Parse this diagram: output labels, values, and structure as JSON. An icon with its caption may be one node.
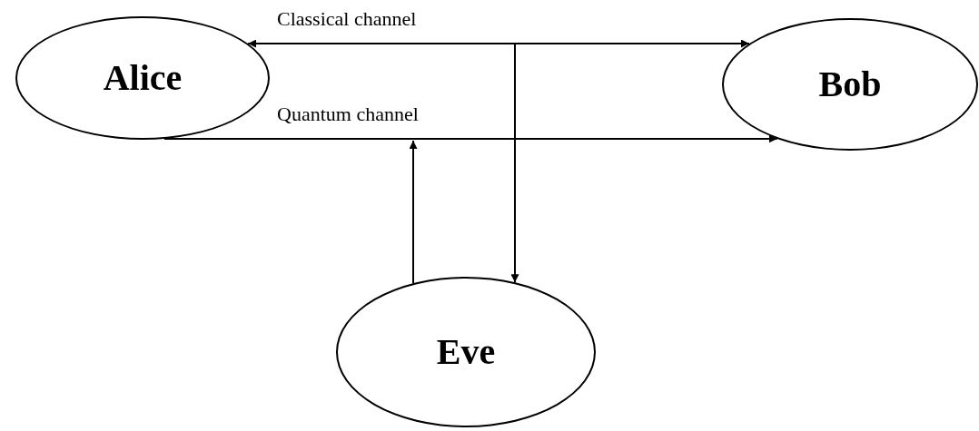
{
  "diagram": {
    "nodes": [
      {
        "text": [
          "Alice"
        ]
      },
      {
        "text": [
          "Bob"
        ]
      },
      {
        "text": [
          "Eve"
        ]
      }
    ],
    "edges": [
      {
        "from": 0,
        "to": 1,
        "arrow": "both",
        "label": "Classical channel"
      },
      {
        "from": null,
        "to": 2,
        "arrow": "to"
      },
      {
        "from": 0,
        "to": 1,
        "arrow": "to",
        "label": "Quantum channel"
      },
      {
        "from": 2,
        "to": null,
        "arrow": "to"
      }
    ]
  }
}
